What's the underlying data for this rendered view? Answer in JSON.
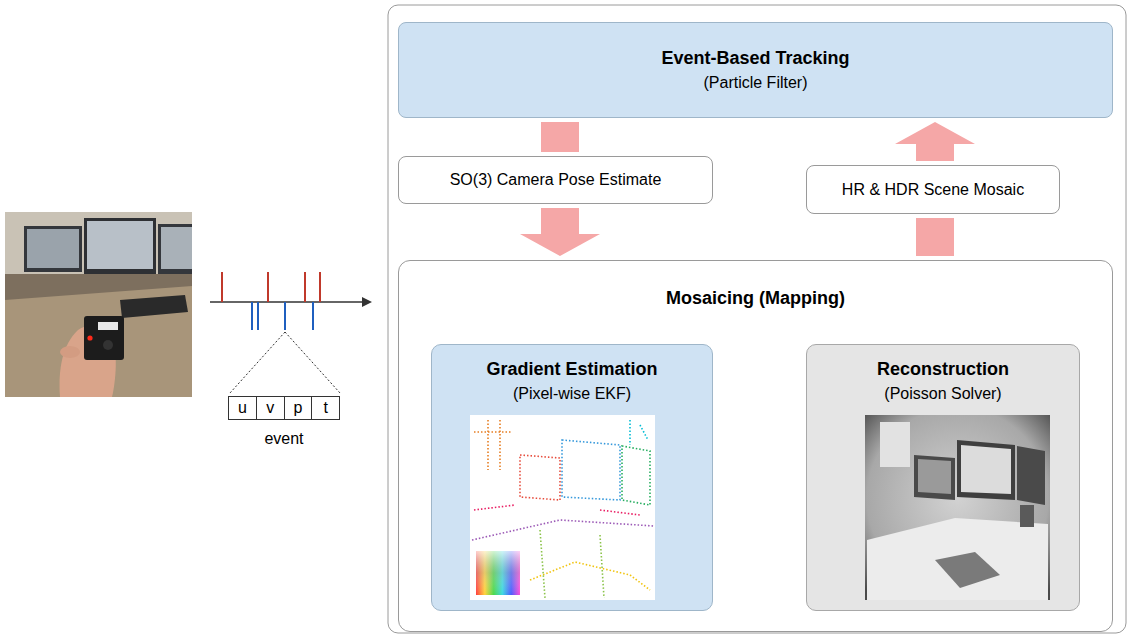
{
  "diagram": {
    "nodes": [
      {
        "text": [
          "u",
          "v",
          "p",
          "t",
          "event"
        ]
      },
      {
        "text": [
          "Event-Based Tracking",
          "(Particle Filter)"
        ]
      },
      {
        "text": [
          "SO(3) Camera Pose Estimate"
        ]
      },
      {
        "text": [
          "HR & HDR Scene Mosaic"
        ]
      },
      {
        "text": [
          "Mosaicing (Mapping)"
        ]
      },
      {
        "text": [
          "Gradient Estimation",
          "(Pixel-wise EKF)"
        ],
        "in": 4
      },
      {
        "text": [
          "Reconstruction",
          "(Poisson Solver)"
        ],
        "in": 4
      }
    ],
    "edges": [
      {
        "from": 1,
        "to": 2,
        "arrow": "none"
      },
      {
        "from": 2,
        "to": 4,
        "arrow": "to"
      },
      {
        "from": 4,
        "to": 3,
        "arrow": "none"
      },
      {
        "from": 3,
        "to": 1,
        "arrow": "to"
      },
      {
        "from": 5,
        "to": 6,
        "arrow": "to"
      }
    ]
  }
}
